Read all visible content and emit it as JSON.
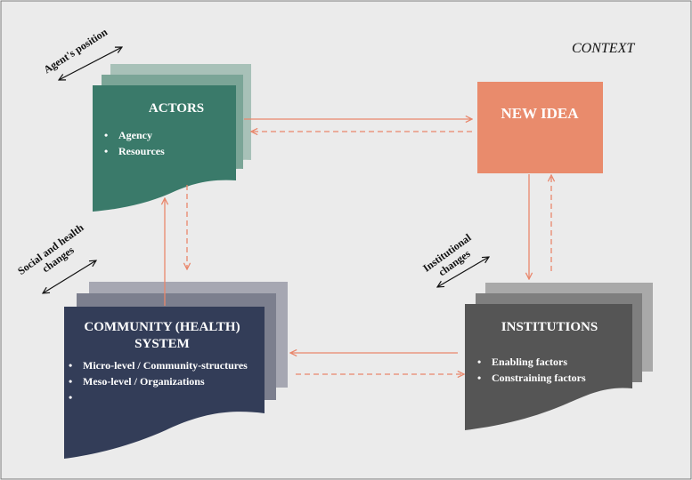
{
  "context_label": "CONTEXT",
  "actors": {
    "title": "ACTORS",
    "items": [
      "Agency",
      "Resources"
    ]
  },
  "new_idea": {
    "title": "NEW IDEA"
  },
  "community": {
    "title": "COMMUNITY (HEALTH) SYSTEM",
    "items": [
      "Micro-level /  Community-structures",
      "Meso-level /  Organizations",
      ""
    ]
  },
  "institutions": {
    "title": "INSTITUTIONS",
    "items": [
      "Enabling factors",
      "Constraining factors"
    ]
  },
  "labels": {
    "agents_position": "Agent's position",
    "social_health_changes": "Social and health changes",
    "institutional_changes": "Institutional changes"
  },
  "colors": {
    "background": "#ebebeb",
    "actors_box": "#3a7a6a",
    "actors_stack_back": "#a8c1b8",
    "actors_stack_mid": "#7ba597",
    "new_idea_box": "#e98b6c",
    "community_box": "#333d58",
    "community_stack_back": "#a6a7b2",
    "community_stack_mid": "#7c7f8e",
    "institutions_box": "#555555",
    "institutions_stack_back": "#a9a9a9",
    "institutions_stack_mid": "#7f7f7f",
    "connector": "#e9866b",
    "double_arrow": "#111111"
  }
}
